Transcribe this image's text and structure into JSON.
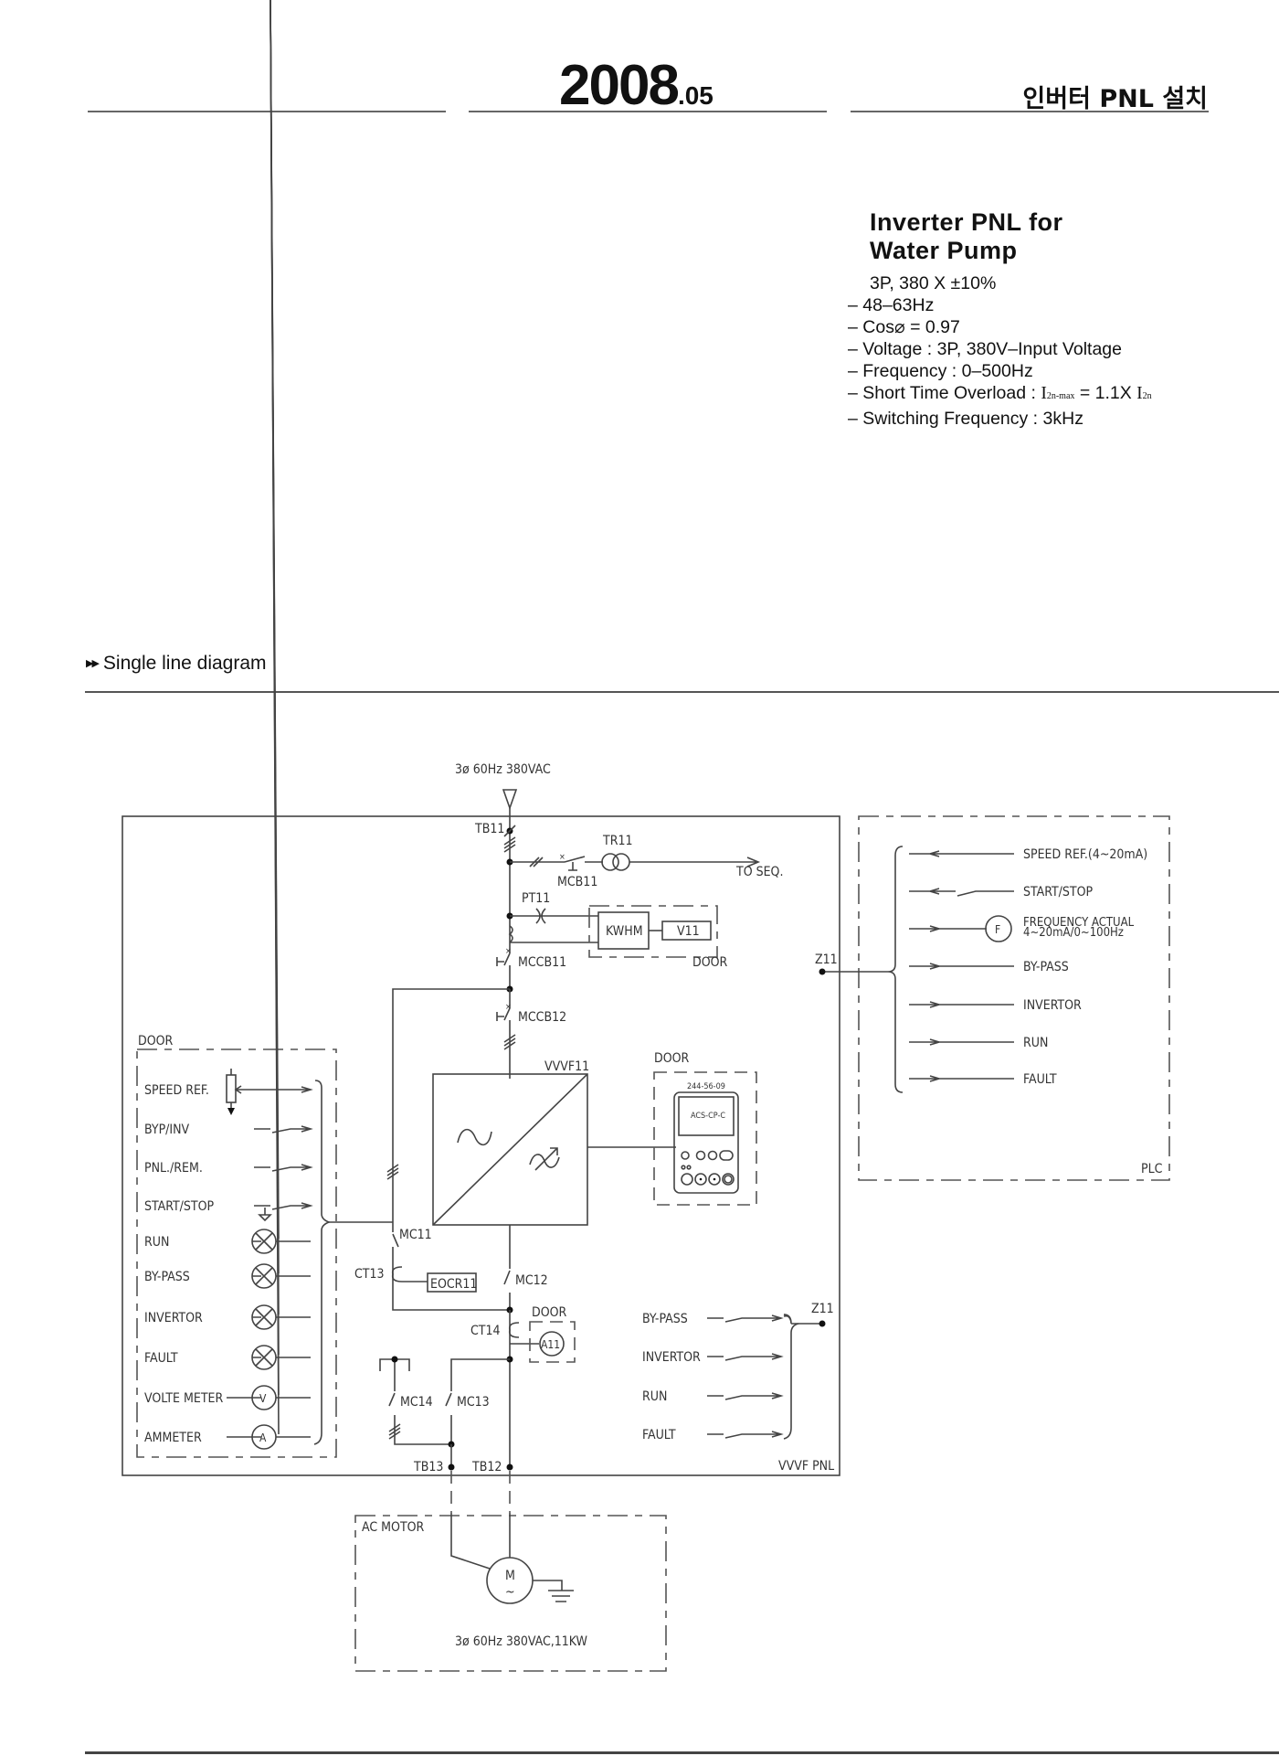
{
  "header": {
    "year": "2008",
    "month": ".05",
    "korean_title": "인버터 PNL 설치"
  },
  "spec": {
    "title_line1": "Inverter PNL for",
    "title_line2": "Water Pump",
    "lines": [
      "3P, 380 X ±10%",
      "– 48–63Hz",
      "– Cos⌀ = 0.97",
      "– Voltage : 3P, 380V–Input Voltage",
      "– Frequency : 0–500Hz",
      "– Short Time Overload : ",
      "– Switching Frequency : 3kHz"
    ],
    "overload_value": "= 1.1X ",
    "overload_I": "I",
    "overload_sub1": "2n-max",
    "overload_sub2": "2n"
  },
  "section": {
    "marker": "▶▶",
    "title": "Single line diagram"
  },
  "diagram": {
    "supply": "3ø 60Hz 380VAC",
    "tb11": "TB11",
    "tr11": "TR11",
    "mcb11": "MCB11",
    "to_seq": "TO SEQ.",
    "pt11": "PT11",
    "kwhm": "KWHM",
    "v11": "V11",
    "door": "DOOR",
    "mccb11": "MCCB11",
    "mccb12": "MCCB12",
    "vvvf11": "VVVF11",
    "keypad_code": "244-56-09",
    "keypad_model": "ACS-CP-C",
    "mc11": "MC11",
    "mc12": "MC12",
    "mc13": "MC13",
    "mc14": "MC14",
    "ct13": "CT13",
    "ct14": "CT14",
    "eocr11": "EOCR11",
    "a11": "A11",
    "tb12": "TB12",
    "tb13": "TB13",
    "z11": "Z11",
    "vvvf_pnl": "VVVF PNL",
    "plc": "PLC",
    "ac_motor": "AC MOTOR",
    "motor_m": "M",
    "motor_tilde": "~",
    "motor_rating": "3ø 60Hz 380VAC,11KW",
    "door_panel": [
      {
        "label": "SPEED REF.",
        "type": "pot"
      },
      {
        "label": "BYP/INV",
        "type": "switch"
      },
      {
        "label": "PNL./REM.",
        "type": "switch"
      },
      {
        "label": "START/STOP",
        "type": "pushbutton"
      },
      {
        "label": "RUN",
        "type": "lamp"
      },
      {
        "label": "BY-PASS",
        "type": "lamp"
      },
      {
        "label": "INVERTOR",
        "type": "lamp"
      },
      {
        "label": "FAULT",
        "type": "lamp"
      },
      {
        "label": "VOLTE METER",
        "type": "meter",
        "symbol": "V"
      },
      {
        "label": "AMMETER",
        "type": "meter",
        "symbol": "A"
      }
    ],
    "plc_signals": [
      {
        "label": "SPEED REF.(4~20mA)",
        "dir": "in"
      },
      {
        "label": "START/STOP",
        "dir": "in-switch"
      },
      {
        "label": "FREQUENCY ACTUAL",
        "label2": "4~20mA/0~100Hz",
        "dir": "out-meter",
        "symbol": "F"
      },
      {
        "label": "BY-PASS",
        "dir": "out"
      },
      {
        "label": "INVERTOR",
        "dir": "out"
      },
      {
        "label": "RUN",
        "dir": "out"
      },
      {
        "label": "FAULT",
        "dir": "out"
      }
    ],
    "status_contacts": [
      "BY-PASS",
      "INVERTOR",
      "RUN",
      "FAULT"
    ]
  }
}
